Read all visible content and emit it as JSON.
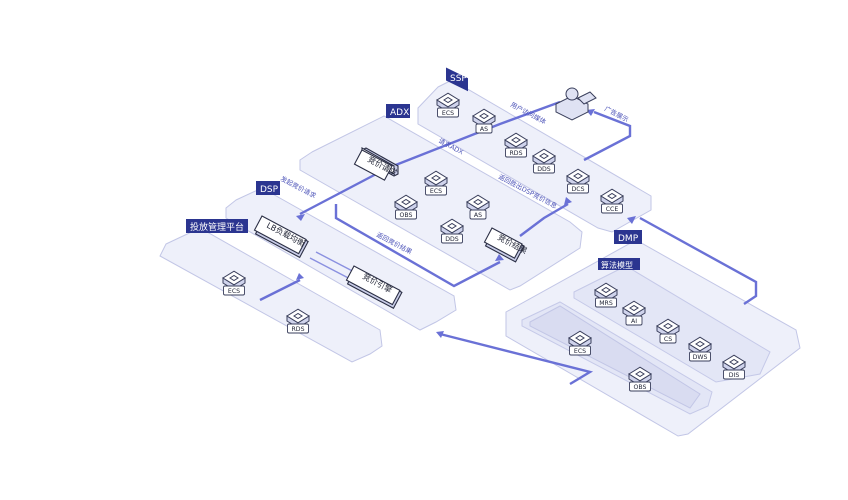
{
  "tags": {
    "ssp": "SSP",
    "adx": "ADX",
    "dsp": "DSP",
    "dmp": "DMP",
    "platform": "投放管理平台",
    "algo": "算法模型"
  },
  "nodes": {
    "ssp_ecs": "ECS",
    "ssp_as": "AS",
    "ssp_rds": "RDS",
    "ssp_dds": "DDS",
    "ssp_dcs": "DCS",
    "ssp_cce": "CCE",
    "adx_ecs": "ECS",
    "adx_obs": "OBS",
    "adx_as": "AS",
    "adx_dds": "DDS",
    "plat_ecs": "ECS",
    "plat_rds": "RDS",
    "algo_mrs": "MRS",
    "algo_ai": "AI",
    "algo_cs": "CS",
    "algo_dws": "DWS",
    "algo_dis": "DIS",
    "dmp_ecs": "ECS",
    "dmp_obs": "OBS"
  },
  "boxes": {
    "bid_request": "竞价请求",
    "bid_result": "竞价结果",
    "lb": "LB负载均衡",
    "bid_engine": "竞价引擎"
  },
  "flows": {
    "user_visit": "用户访问媒体",
    "ad_show": "广告展示",
    "req_adx": "请求ADX",
    "return_dsp": "返回胜出DSP竞价信息",
    "send_bid": "发起竞价请求",
    "return_bid": "返回竞价结果"
  },
  "colors": {
    "accent": "#2b3590",
    "flow": "#6a71d6",
    "platform": "#eef0fa"
  }
}
